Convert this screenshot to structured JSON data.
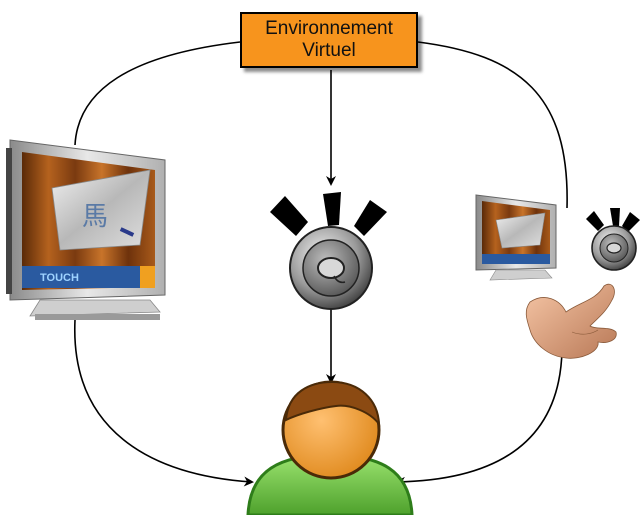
{
  "center_node": {
    "line1": "Environnement",
    "line2": "Virtuel"
  },
  "left_monitor": {
    "brand_text": "TOUCH",
    "glyph": "馬"
  },
  "colors": {
    "title_box": "#f7941d",
    "user_body": "#6cc04a",
    "user_head": "#f2a03d",
    "hair": "#8b4a12"
  },
  "icons": [
    "monitor-icon",
    "speaker-icon",
    "hand-icon",
    "user-icon"
  ]
}
